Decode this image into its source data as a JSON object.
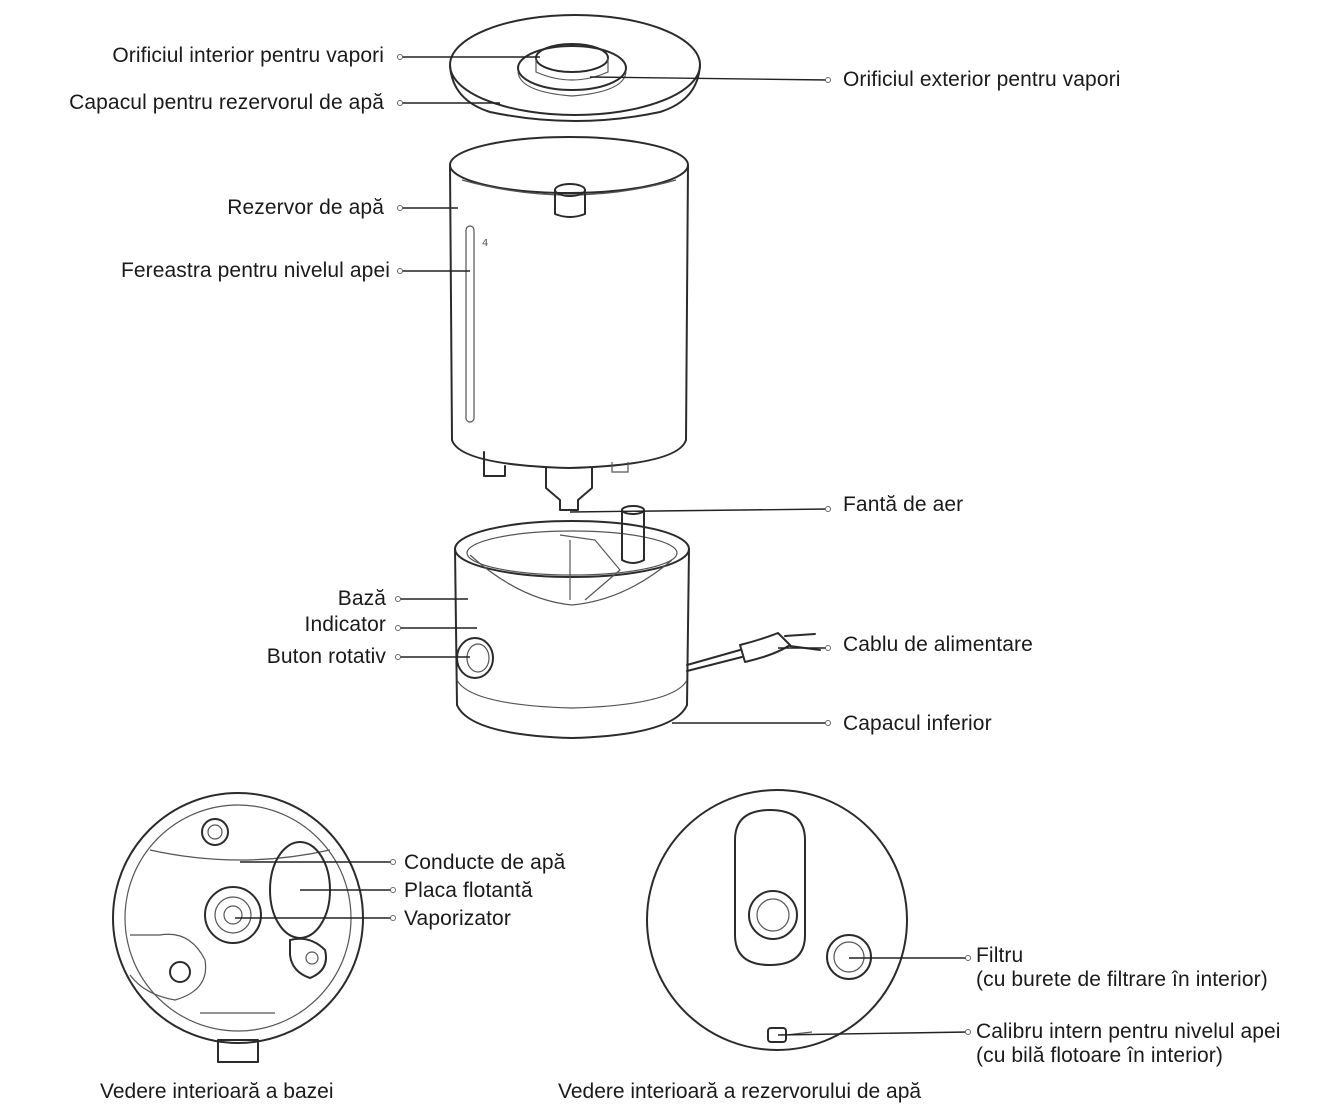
{
  "labels": {
    "inner_vapor_outlet": "Orificiul interior pentru vapori",
    "tank_cover": "Capacul pentru rezervorul de apă",
    "water_tank": "Rezervor de apă",
    "water_level_window": "Fereastra pentru nivelul apei",
    "outer_vapor_outlet": "Orificiul exterior pentru vapori",
    "air_slot": "Fantă de aer",
    "base": "Bază",
    "indicator": "Indicator",
    "rotary_knob": "Buton rotativ",
    "power_cable": "Cablu de alimentare",
    "bottom_cover": "Capacul inferior",
    "water_pipes": "Conducte de apă",
    "float_plate": "Placa flotantă",
    "vaporizer": "Vaporizator",
    "filter": "Filtru",
    "filter_note": "(cu burete de filtrare în interior)",
    "level_gauge": "Calibru intern pentru nivelul apei",
    "level_gauge_note": "(cu bilă flotoare în interior)"
  },
  "captions": {
    "base_view": "Vedere interioară a bazei",
    "tank_view": "Vedere interioară a rezervorului de apă"
  }
}
